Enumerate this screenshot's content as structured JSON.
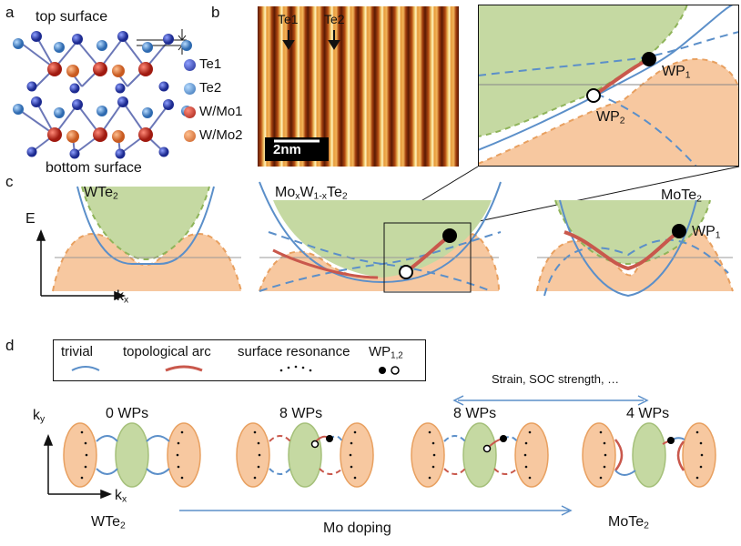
{
  "panels": {
    "a": "a",
    "b": "b",
    "c": "c",
    "d": "d"
  },
  "panel_a": {
    "top": "top surface",
    "bottom": "bottom surface",
    "legend": [
      {
        "label": "Te1",
        "color": "#2a3aa8"
      },
      {
        "label": "Te2",
        "color": "#3c7fc0"
      },
      {
        "label": "W/Mo1",
        "color": "#c42a1a"
      },
      {
        "label": "W/Mo2",
        "color": "#e0703a"
      }
    ]
  },
  "panel_b": {
    "te1": "Te1",
    "te2": "Te2",
    "scalebar": "2nm"
  },
  "panel_c": {
    "wte2": "WTe",
    "wte2_sub": "2",
    "mox_1": "Mo",
    "mox_x": "x",
    "mox_2": "W",
    "mox_sub2": "1-x",
    "mox_3": "Te",
    "mox_sub3": "2",
    "mote2": "MoTe",
    "mote2_sub": "2",
    "e_axis": "E",
    "k_axis": "k",
    "k_sub": "x",
    "wp1": "WP",
    "wp1_sub": "1",
    "wp2": "WP",
    "wp2_sub": "2",
    "zoom_wp1": "WP",
    "zoom_wp1_sub": "1",
    "zoom_wp2": "WP",
    "zoom_wp2_sub": "2"
  },
  "panel_d": {
    "legend_trivial": "trivial",
    "legend_arc": "topological arc",
    "legend_resonance": "surface resonance",
    "legend_wp": "WP",
    "legend_wp_sub": "1,2",
    "strain": "Strain, SOC strength, …",
    "counts": [
      "0 WPs",
      "8 WPs",
      "8 WPs",
      "4 WPs"
    ],
    "ky": "k",
    "ky_sub": "y",
    "kx": "k",
    "kx_sub": "x",
    "left": "WTe",
    "left_sub": "2",
    "right": "MoTe",
    "right_sub": "2",
    "doping": "Mo doping"
  },
  "colors": {
    "trivial": "#5b8fc9",
    "arc": "#c9584c",
    "valence": "#f7c8a0",
    "conduction": "#c5d9a2"
  }
}
